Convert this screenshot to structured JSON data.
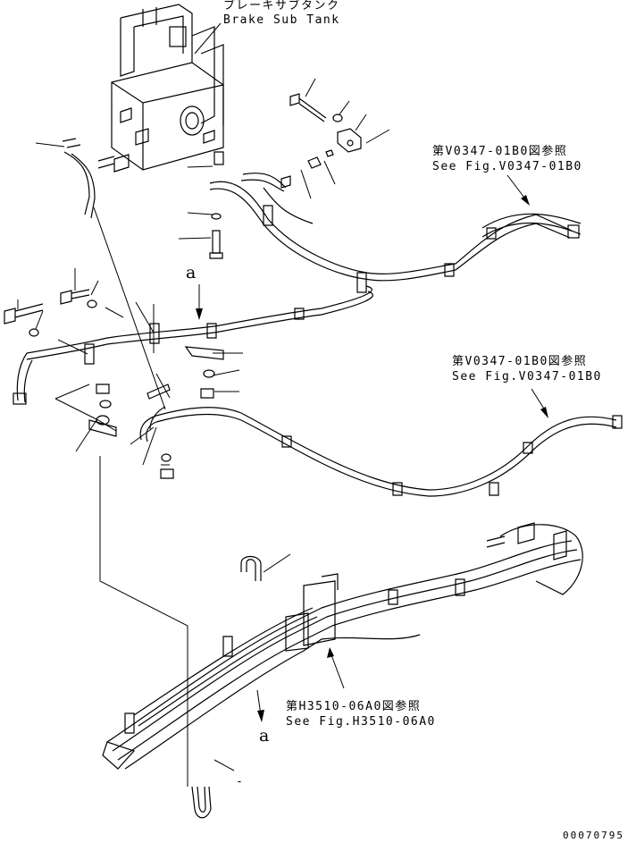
{
  "labels": {
    "brake_sub_tank_jp": "ブレーキサブタンク",
    "brake_sub_tank_en": "Brake Sub Tank",
    "ref1_jp": "第V0347-01B0図参照",
    "ref1_en": "See Fig.V0347-01B0",
    "ref2_jp": "第V0347-01B0図参照",
    "ref2_en": "See Fig.V0347-01B0",
    "ref3_jp": "第H3510-06A0図参照",
    "ref3_en": "See Fig.H3510-06A0",
    "mark_a_top": "a",
    "mark_a_bottom": "a",
    "bottom_dash": "-"
  },
  "drawing_number": "00070795"
}
